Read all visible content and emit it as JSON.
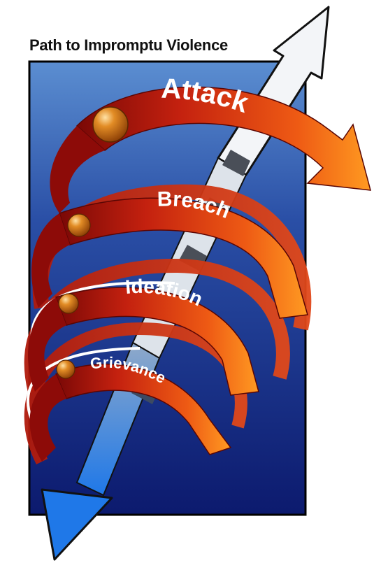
{
  "title": "Path to Impromptu Violence",
  "stages": [
    {
      "label": "Attack"
    },
    {
      "label": "Breach"
    },
    {
      "label": "Ideation"
    },
    {
      "label": "Grievance"
    }
  ],
  "colors": {
    "panel_top": "#5b8ed1",
    "panel_bottom": "#0c1a6e",
    "ribbon_dark": "#8d0b08",
    "ribbon_mid": "#d8301a",
    "ribbon_light": "#ff8a1c",
    "arrow_light": "#e9eef5",
    "arrow_blue": "#2f7fe0",
    "bead": "#d77a1a"
  },
  "icons": [
    "bead-icon",
    "arrow-up-icon",
    "arrow-down-icon",
    "arrow-right-icon"
  ]
}
